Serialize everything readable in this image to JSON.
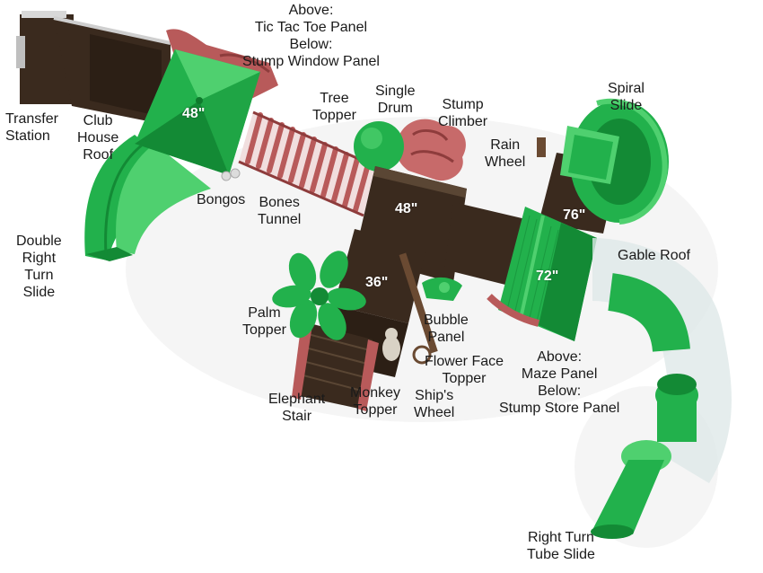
{
  "colors": {
    "deck": "#3a2a1e",
    "deck_edge": "#5a4634",
    "green": "#22b14c",
    "green_dark": "#138a35",
    "green_light": "#4fd06f",
    "red": "#b85a5a",
    "red_dark": "#8e3c3c",
    "tube": "#e4ecec",
    "shadow": "#e8e8e8"
  },
  "heights": {
    "club_house": "48\"",
    "center_deck": "48\"",
    "lower_deck": "36\"",
    "spiral_deck": "76\"",
    "gable_deck": "72\""
  },
  "labels": {
    "tic_tac_toe": [
      "Above:",
      "Tic Tac Toe Panel",
      "Below:",
      "Stump Window Panel"
    ],
    "transfer_station": [
      "Transfer",
      "Station"
    ],
    "club_house_roof": [
      "Club",
      "House",
      "Roof"
    ],
    "tree_topper": [
      "Tree",
      "Topper"
    ],
    "single_drum": [
      "Single",
      "Drum"
    ],
    "stump_climber": [
      "Stump",
      "Climber"
    ],
    "spiral_slide": [
      "Spiral",
      "Slide"
    ],
    "rain_wheel": [
      "Rain",
      "Wheel"
    ],
    "bongos": [
      "Bongos"
    ],
    "bones_tunnel": [
      "Bones",
      "Tunnel"
    ],
    "double_right_turn_slide": [
      "Double",
      "Right",
      "Turn",
      "Slide"
    ],
    "gable_roof": [
      "Gable Roof"
    ],
    "palm_topper": [
      "Palm",
      "Topper"
    ],
    "bubble_panel": [
      "Bubble",
      "Panel"
    ],
    "flower_face_topper": [
      "Flower Face",
      "Topper"
    ],
    "maze_panel": [
      "Above:",
      "Maze Panel",
      "Below:",
      "Stump Store Panel"
    ],
    "elephant_stair": [
      "Elephant",
      "Stair"
    ],
    "monkey_topper": [
      "Monkey",
      "Topper"
    ],
    "ships_wheel": [
      "Ship's",
      "Wheel"
    ],
    "right_turn_tube_slide": [
      "Right Turn",
      "Tube Slide"
    ]
  }
}
